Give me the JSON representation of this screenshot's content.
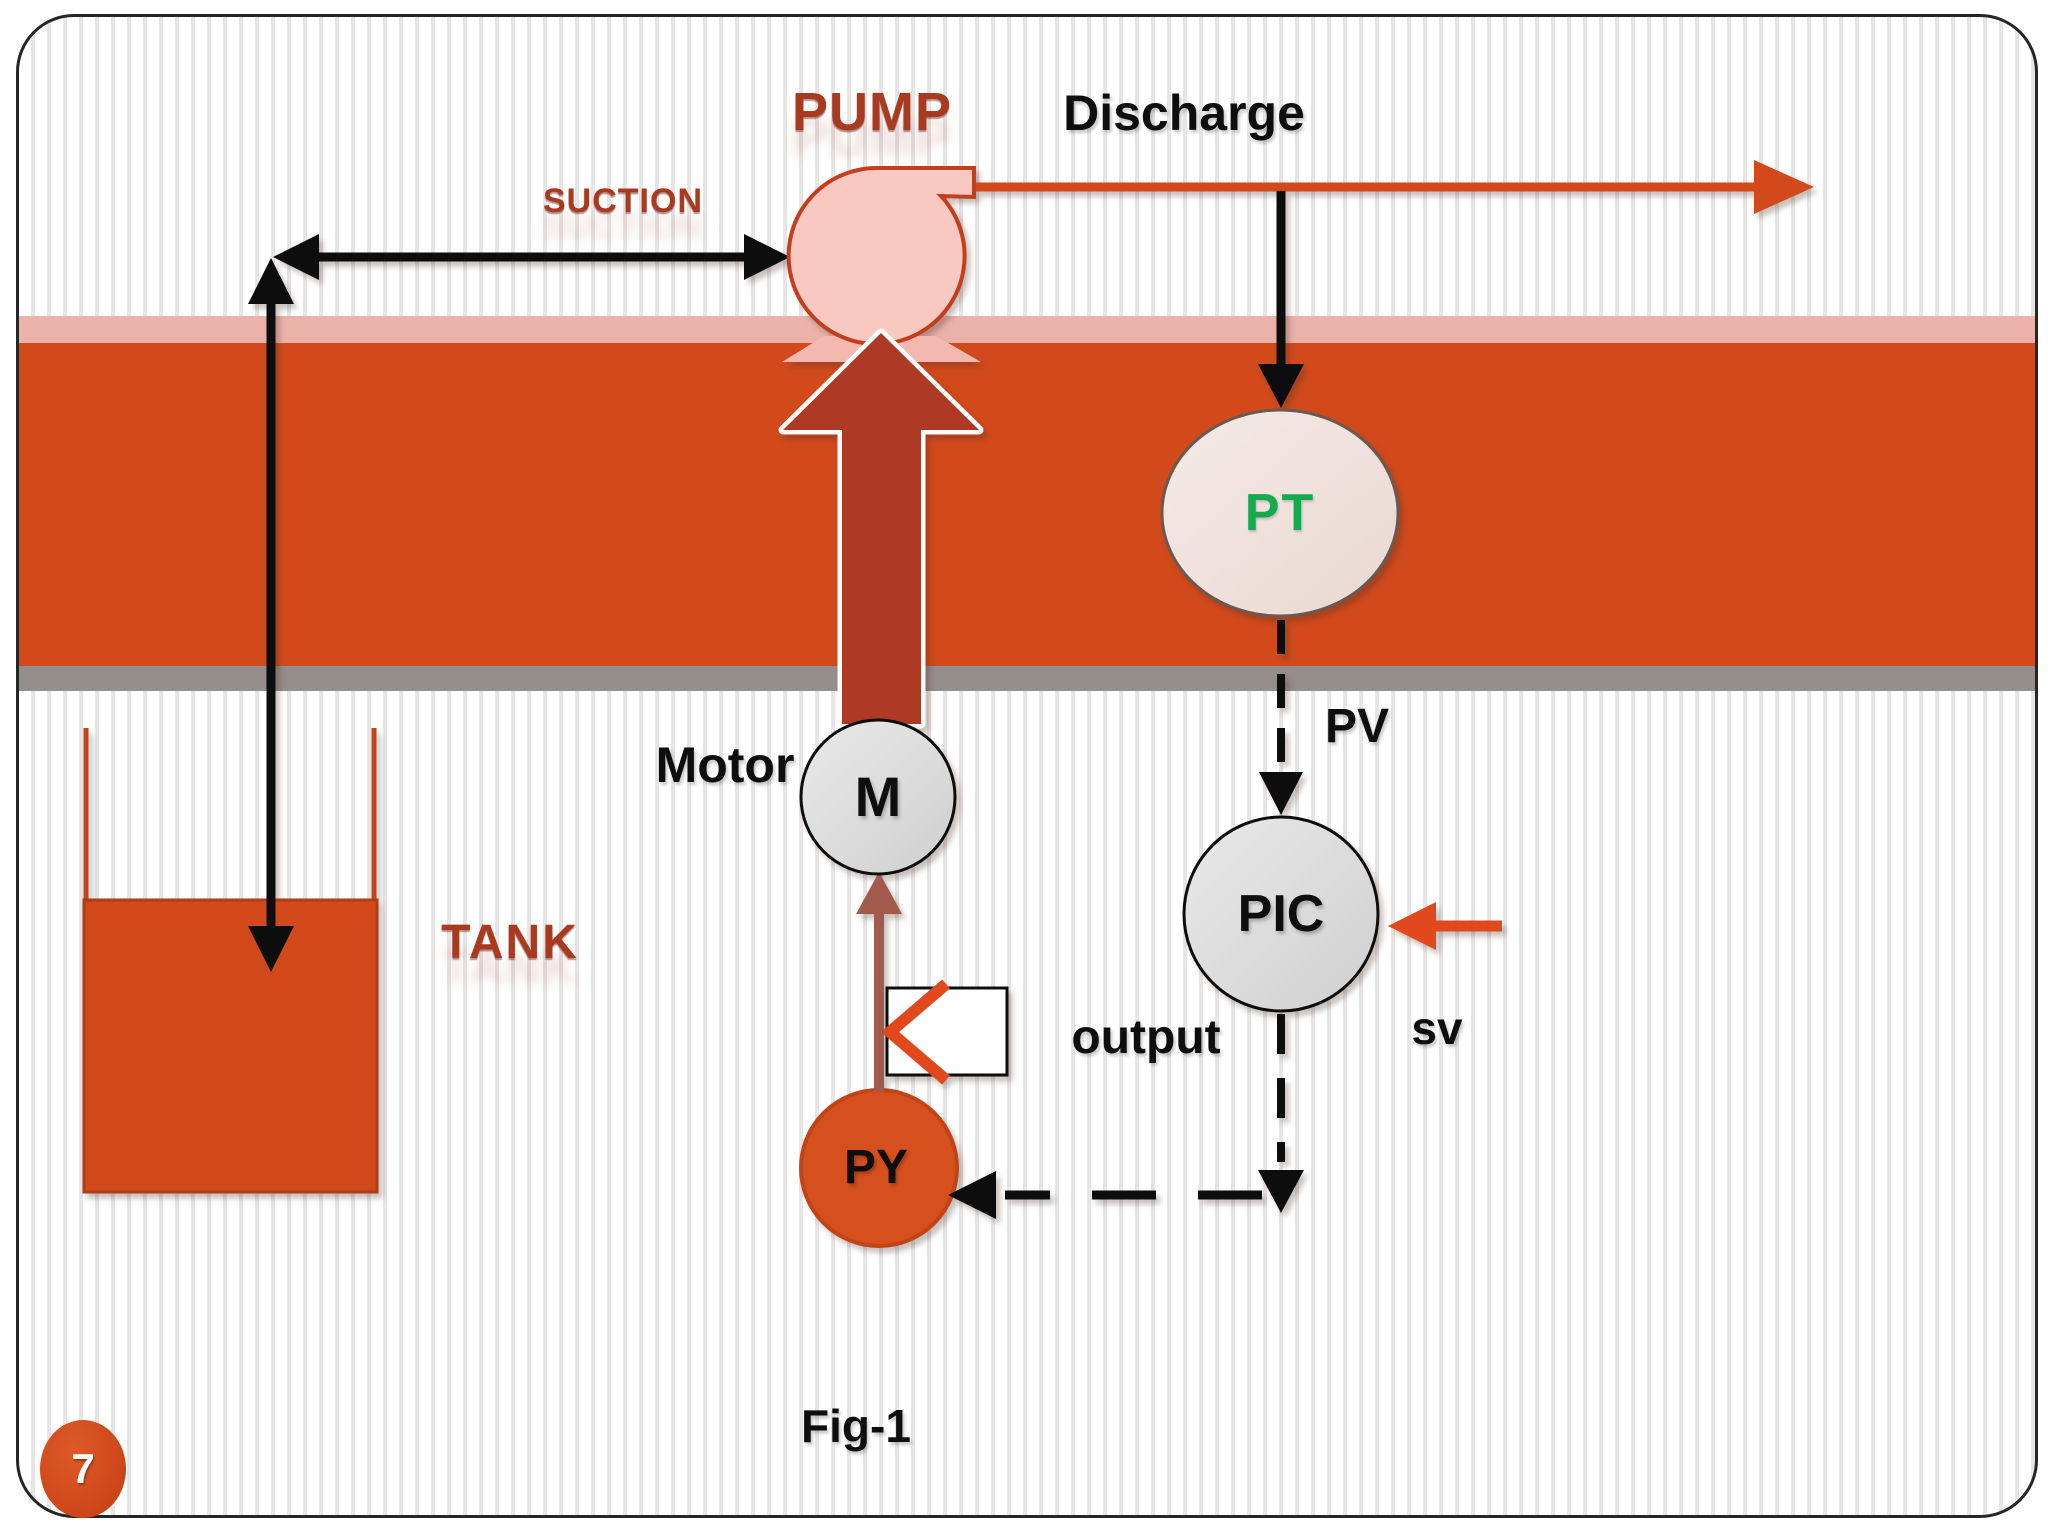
{
  "slide": {
    "page_number": "7",
    "figure_caption": "Fig-1"
  },
  "diagram": {
    "pump": {
      "label": "PUMP"
    },
    "suction": {
      "label": "SUCTION"
    },
    "discharge": {
      "label": "Discharge"
    },
    "tank": {
      "label": "TANK"
    },
    "motor": {
      "label": "Motor",
      "tag": "M"
    },
    "pressure_transmitter": {
      "tag": "PT"
    },
    "pressure_controller": {
      "tag": "PIC"
    },
    "signal_converter": {
      "tag": "PY"
    },
    "signals": {
      "process_variable": "PV",
      "setpoint": "sv",
      "controller_output": "output"
    }
  },
  "colors": {
    "accent_orange": "#d24a1c",
    "band_pink": "#ebb2aa",
    "band_gray": "#958c8c",
    "pump_fill": "#f9c9c1",
    "pump_stroke": "#c23e1c",
    "drive_arrow_red": "#ae3a26",
    "brown_signal_arrow": "#a25a4c",
    "pt_text_green": "#17a94e",
    "title_red": "#a93a20",
    "instrument_gray_fill": "#d9d9d9",
    "pt_fill": "#f0e3df",
    "line_black": "#0d0d0d"
  }
}
